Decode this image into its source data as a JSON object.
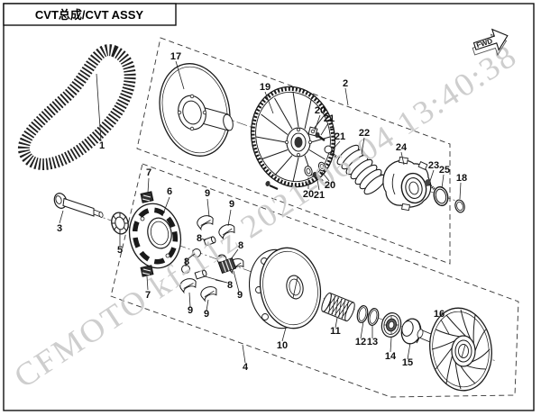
{
  "header": {
    "title": "CVT总成/CVT ASSY",
    "fwd_label": "FWD"
  },
  "watermark": {
    "text": "CFMOTO kf-11z 2021-06-04 13:40:38",
    "color": "#c9c9c9"
  },
  "diagram": {
    "ink_color": "#1a1a1a",
    "box_style": "dashed",
    "type": "exploded-parts-diagram"
  },
  "labels": [
    {
      "text": "1"
    },
    {
      "text": "17"
    },
    {
      "text": "19"
    },
    {
      "text": "2"
    },
    {
      "text": "20"
    },
    {
      "text": "21"
    },
    {
      "text": "21"
    },
    {
      "text": "22"
    },
    {
      "text": "24"
    },
    {
      "text": "23"
    },
    {
      "text": "25"
    },
    {
      "text": "18"
    },
    {
      "text": "20"
    },
    {
      "text": "21"
    },
    {
      "text": "20"
    },
    {
      "text": "3"
    },
    {
      "text": "5"
    },
    {
      "text": "6"
    },
    {
      "text": "7"
    },
    {
      "text": "7"
    },
    {
      "text": "9"
    },
    {
      "text": "9"
    },
    {
      "text": "8"
    },
    {
      "text": "8"
    },
    {
      "text": "8"
    },
    {
      "text": "8"
    },
    {
      "text": "9"
    },
    {
      "text": "9"
    },
    {
      "text": "9"
    },
    {
      "text": "10"
    },
    {
      "text": "11"
    },
    {
      "text": "12"
    },
    {
      "text": "13"
    },
    {
      "text": "14"
    },
    {
      "text": "15"
    },
    {
      "text": "16"
    },
    {
      "text": "4"
    }
  ]
}
